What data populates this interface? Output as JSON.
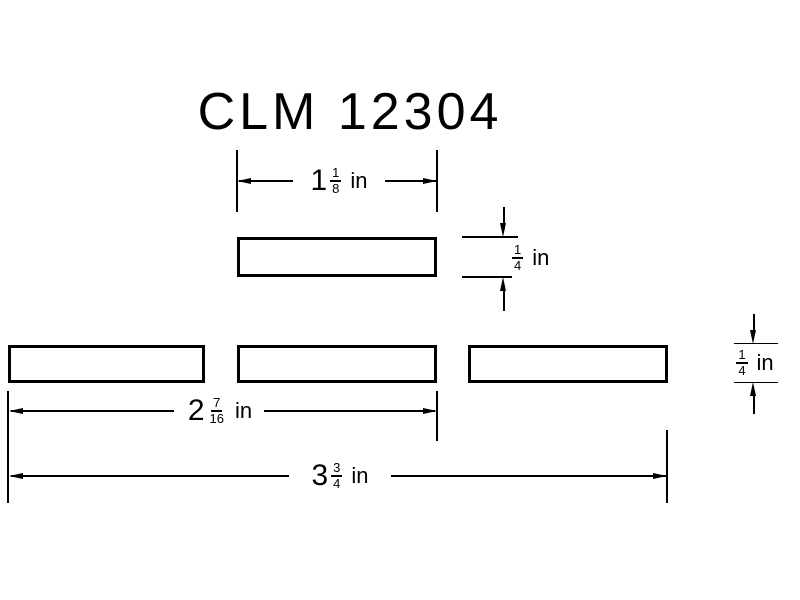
{
  "title": "CLM 12304",
  "dimensions": {
    "top_width": {
      "whole": "1",
      "numerator": "1",
      "denominator": "8",
      "unit": "in"
    },
    "top_thickness": {
      "numerator": "1",
      "denominator": "4",
      "unit": "in"
    },
    "mid_thickness": {
      "numerator": "1",
      "denominator": "4",
      "unit": "in"
    },
    "mid_width": {
      "whole": "2",
      "numerator": "7",
      "denominator": "16",
      "unit": "in"
    },
    "overall_width": {
      "whole": "3",
      "numerator": "3",
      "denominator": "4",
      "unit": "in"
    }
  }
}
